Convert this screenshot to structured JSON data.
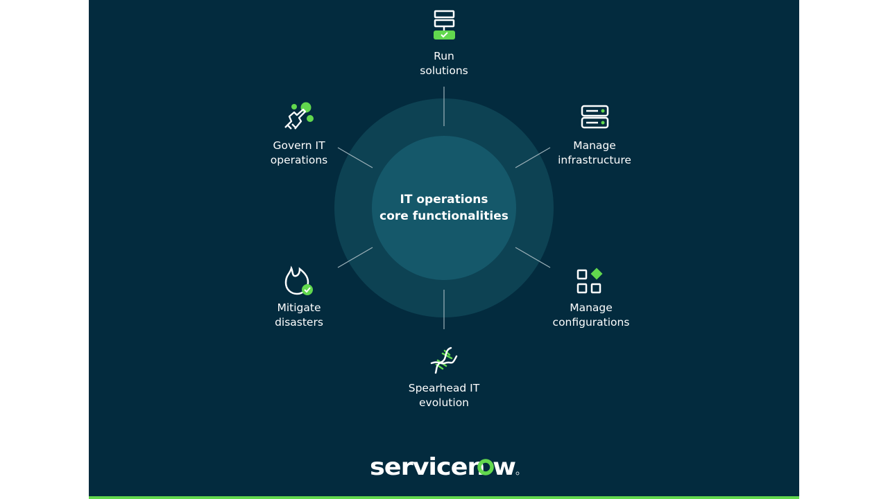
{
  "center": {
    "line1": "IT operations",
    "line2": "core functionalities"
  },
  "items": [
    {
      "icon": "server-check-icon",
      "line1": "Run",
      "line2": "solutions"
    },
    {
      "icon": "server-rack-icon",
      "line1": "Manage",
      "line2": "infrastructure"
    },
    {
      "icon": "grid-diamond-icon",
      "line1": "Manage",
      "line2": "configurations"
    },
    {
      "icon": "dna-icon",
      "line1": "Spearhead IT",
      "line2": "evolution"
    },
    {
      "icon": "flame-check-icon",
      "line1": "Mitigate",
      "line2": "disasters"
    },
    {
      "icon": "hand-pointer-icon",
      "line1": "Govern IT",
      "line2": "operations"
    }
  ],
  "logo": {
    "text": "servicenow"
  },
  "colors": {
    "background": "#032b3e",
    "outer_ring": "#0d4253",
    "inner_circle": "#15586a",
    "accent": "#62d84e"
  }
}
